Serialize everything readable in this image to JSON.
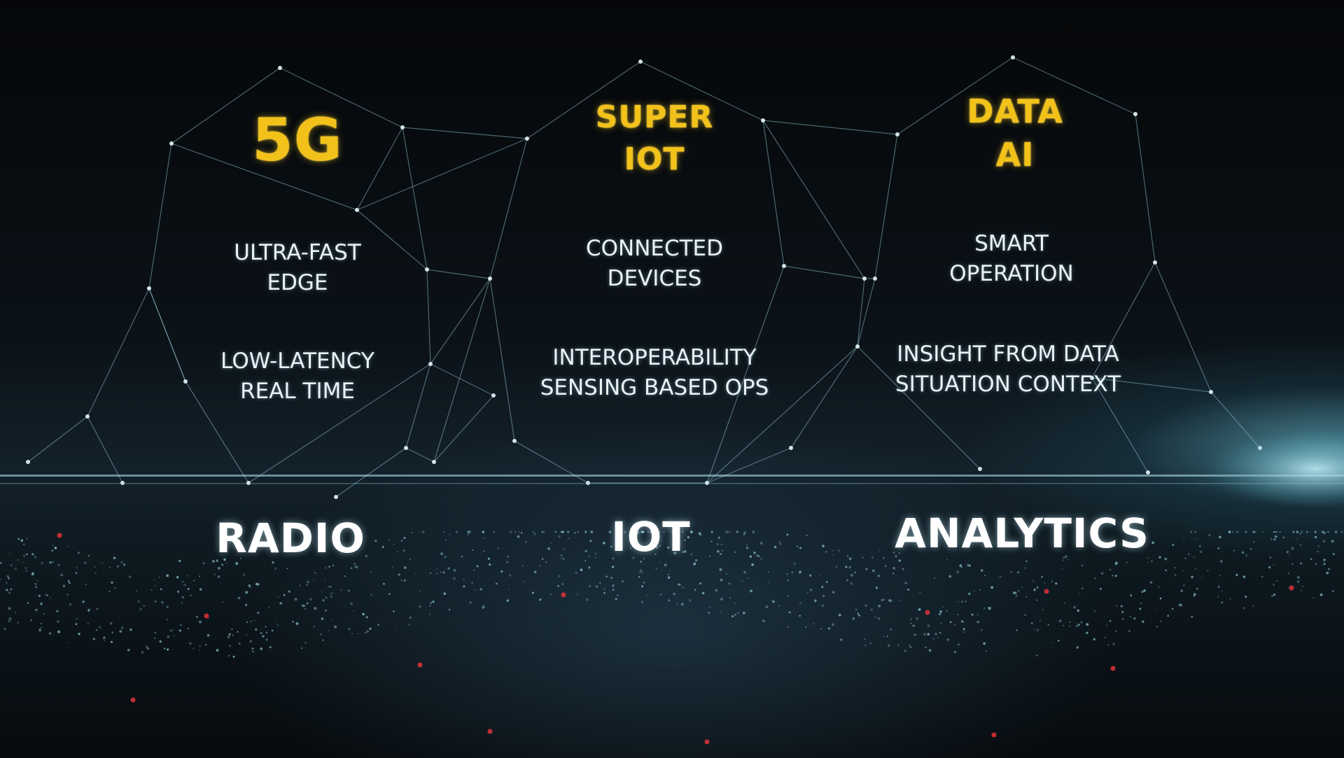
{
  "columns": [
    {
      "heading": [
        "5G"
      ],
      "feature_groups": [
        [
          "ULTRA-FAST",
          "EDGE"
        ],
        [
          "LOW-LATENCY",
          "REAL TIME"
        ]
      ],
      "category": "RADIO"
    },
    {
      "heading": [
        "SUPER",
        "IOT"
      ],
      "feature_groups": [
        [
          "CONNECTED",
          "DEVICES"
        ],
        [
          "INTEROPERABILITY",
          "SENSING BASED OPS"
        ]
      ],
      "category": "IOT"
    },
    {
      "heading": [
        "DATA",
        "AI"
      ],
      "feature_groups": [
        [
          "SMART",
          "OPERATION"
        ],
        [
          "INSIGHT FROM DATA",
          "SITUATION CONTEXT"
        ]
      ],
      "category": "ANALYTICS"
    }
  ],
  "colors": {
    "heading": "#f2c21b",
    "feature_text": "#e9f2f6",
    "category_text": "#ffffff",
    "network_line": "#9fd3e6",
    "red_dot": "#e2333a"
  }
}
